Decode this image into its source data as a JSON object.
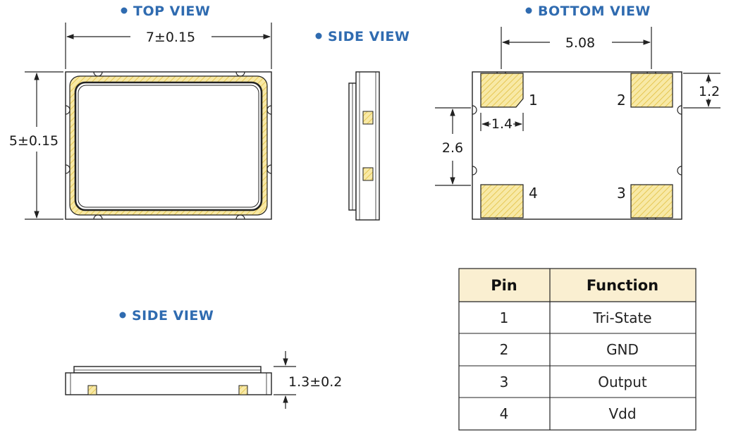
{
  "colors": {
    "title_blue": "#2f6bb0",
    "pad_yellow": "#f2dc7a",
    "outline": "#222222",
    "table_header_bg": "#faefd1"
  },
  "views": {
    "top": "TOP VIEW",
    "side": "SIDE VIEW",
    "bottom": "BOTTOM VIEW",
    "side2": "SIDE VIEW"
  },
  "dimensions": {
    "top_width": "7±0.15",
    "top_height": "5±0.15",
    "bottom_pitch_x": "5.08",
    "bottom_pad_h": "1.2",
    "bottom_pad_w": "1.4",
    "bottom_pitch_y": "2.6",
    "side_thickness": "1.3±0.2"
  },
  "pins": {
    "p1": "1",
    "p2": "2",
    "p3": "3",
    "p4": "4"
  },
  "table": {
    "headers": [
      "Pin",
      "Function"
    ],
    "rows": [
      [
        "1",
        "Tri-State"
      ],
      [
        "2",
        "GND"
      ],
      [
        "3",
        "Output"
      ],
      [
        "4",
        "Vdd"
      ]
    ]
  }
}
